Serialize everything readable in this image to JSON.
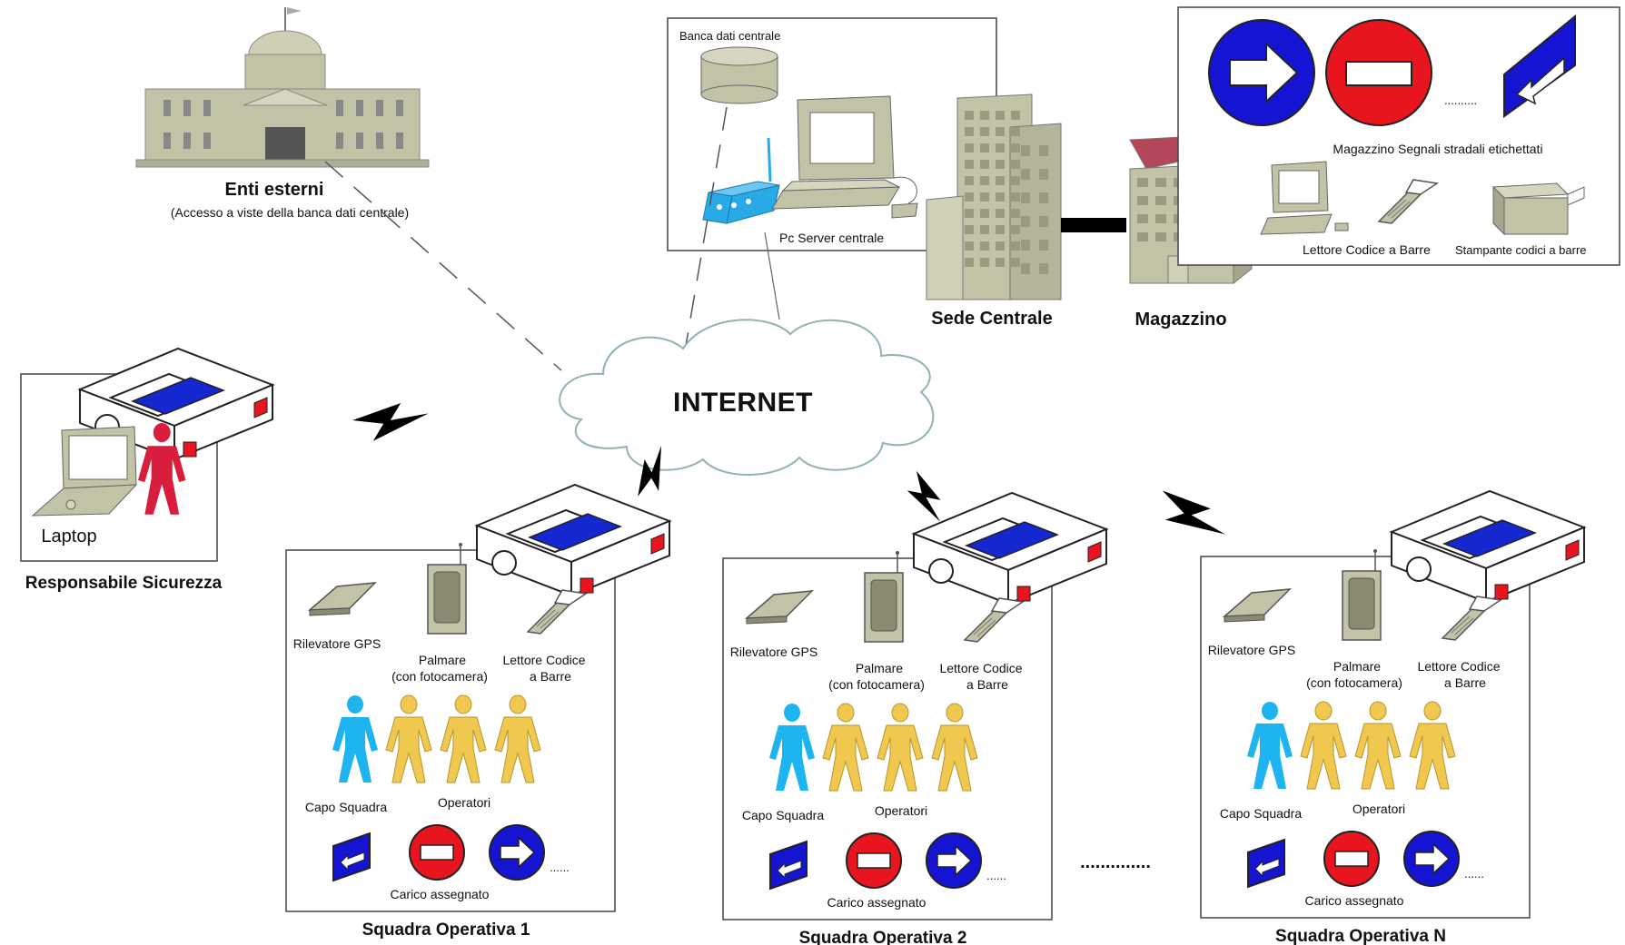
{
  "enti": {
    "title": "Enti esterni",
    "subtitle": "(Accesso a viste della banca dati centrale)"
  },
  "sede": {
    "db_label": "Banca dati centrale",
    "server_label": "Pc Server centrale",
    "title": "Sede Centrale"
  },
  "magazzino": {
    "title": "Magazzino",
    "signs_label": "Magazzino Segnali stradali etichettati",
    "signs_ellipsis": "..........",
    "reader_label": "Lettore Codice a Barre",
    "printer_label": "Stampante codici a barre"
  },
  "internet": {
    "label": "INTERNET"
  },
  "sicurezza": {
    "laptop_label": "Laptop",
    "title": "Responsabile Sicurezza"
  },
  "squad_gap_ellipsis": "..............",
  "squads": [
    {
      "gps_label": "Rilevatore GPS",
      "palmare_label_1": "Palmare",
      "palmare_label_2": "(con fotocamera)",
      "reader_label_1": "Lettore Codice",
      "reader_label_2": "a Barre",
      "capo_label": "Capo Squadra",
      "operatori_label": "Operatori",
      "ellipsis": "......",
      "carico_label": "Carico assegnato",
      "title": "Squadra Operativa 1"
    },
    {
      "gps_label": "Rilevatore GPS",
      "palmare_label_1": "Palmare",
      "palmare_label_2": "(con fotocamera)",
      "reader_label_1": "Lettore Codice",
      "reader_label_2": "a Barre",
      "capo_label": "Capo Squadra",
      "operatori_label": "Operatori",
      "ellipsis": "......",
      "carico_label": "Carico assegnato",
      "title": "Squadra Operativa 2"
    },
    {
      "gps_label": "Rilevatore GPS",
      "palmare_label_1": "Palmare",
      "palmare_label_2": "(con fotocamera)",
      "reader_label_1": "Lettore Codice",
      "reader_label_2": "a Barre",
      "capo_label": "Capo Squadra",
      "operatori_label": "Operatori",
      "ellipsis": "......",
      "carico_label": "Carico assegnato",
      "title": "Squadra Operativa N"
    }
  ],
  "icons": [
    "government-building-icon",
    "database-icon",
    "wireless-router-icon",
    "pc-server-icon",
    "office-tower-icon",
    "warehouse-icon",
    "arrow-sign-icon",
    "no-entry-sign-icon",
    "cloud-icon",
    "lightning-icon",
    "police-car-icon",
    "laptop-icon",
    "person-icon",
    "gps-device-icon",
    "pda-icon",
    "barcode-reader-icon",
    "printer-icon"
  ],
  "colors": {
    "building": "#c2c2a6",
    "sign_blue": "#1414d2",
    "sign_red": "#e8141e",
    "person_red": "#d81e3c",
    "person_cyan": "#1eb4f0",
    "person_yellow": "#f0c850",
    "router_blue": "#28aae6",
    "roof_red": "#b4465a"
  }
}
